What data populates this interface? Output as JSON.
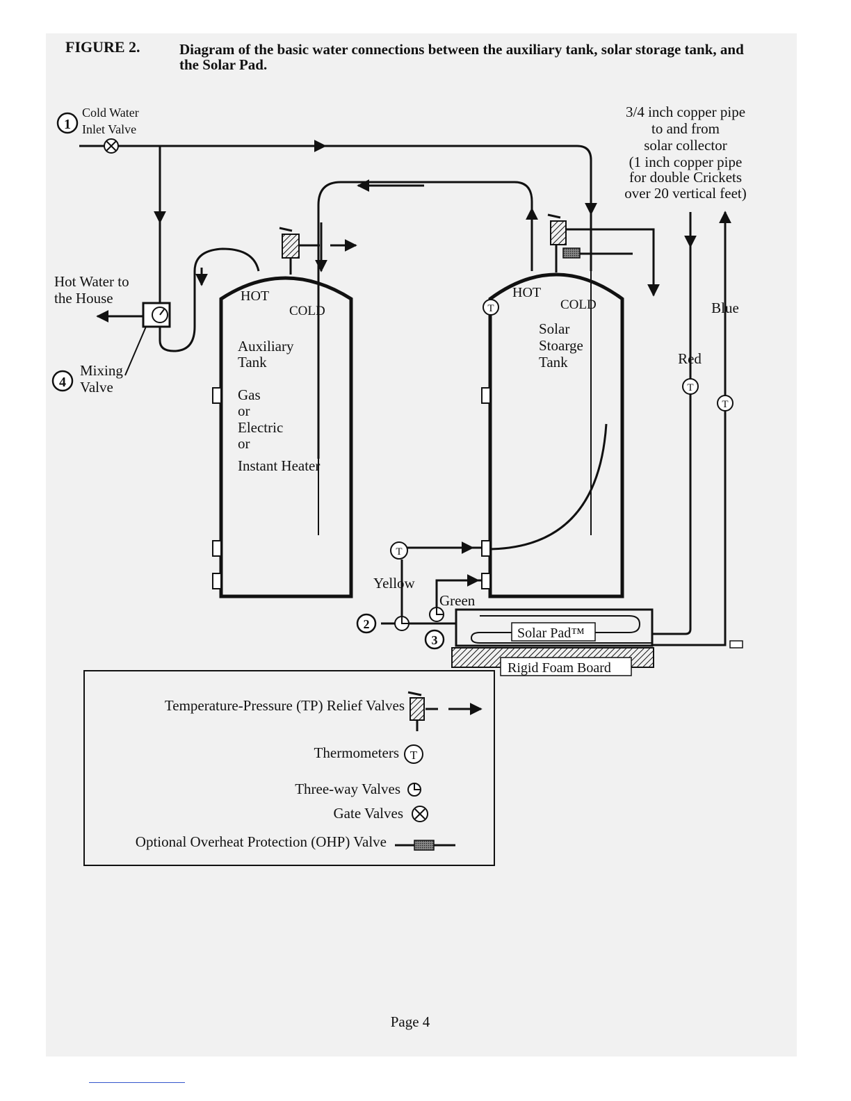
{
  "caption": {
    "number": "FIGURE 2.",
    "text": "Diagram of the basic water connections between the auxiliary tank, solar storage tank, and the Solar Pad."
  },
  "labels": {
    "cold_water_line1": "Cold Water",
    "cold_water_line2": "Inlet Valve",
    "hot_water_line1": "Hot Water to",
    "hot_water_line2": "the House",
    "mixing_line1": "Mixing",
    "mixing_line2": "Valve",
    "copper_line1": "3/4 inch  copper pipe",
    "copper_line2": "to and from",
    "copper_line3": "solar collector",
    "copper_line4": "(1 inch copper pipe",
    "copper_line5": "for double Crickets",
    "copper_line6": "over 20 vertical feet)",
    "aux_hot": "HOT",
    "aux_cold": "COLD",
    "aux_name1": "Auxiliary",
    "aux_name2": "Tank",
    "aux_type1": "Gas",
    "aux_type2": "or",
    "aux_type3": "Electric",
    "aux_type4": "or",
    "aux_type5": "Instant Heater",
    "solar_hot": "HOT",
    "solar_cold": "COLD",
    "solar_name1": "Solar",
    "solar_name2": "Stoarge",
    "solar_name3": "Tank",
    "red": "Red",
    "blue": "Blue",
    "yellow": "Yellow",
    "green": "Green",
    "solar_pad": "Solar Pad™",
    "foam_board": "Rigid Foam Board",
    "num1": "1",
    "num2": "2",
    "num3": "3",
    "num4": "4",
    "thermo_symbol": "T"
  },
  "legend": {
    "tp_valves": "Temperature-Pressure (TP) Relief Valves",
    "thermometers": "Thermometers",
    "three_way": "Three-way Valves",
    "gate": "Gate Valves",
    "ohp": "Optional Overheat Protection (OHP) Valve"
  },
  "footer": {
    "page": "Page 4"
  }
}
